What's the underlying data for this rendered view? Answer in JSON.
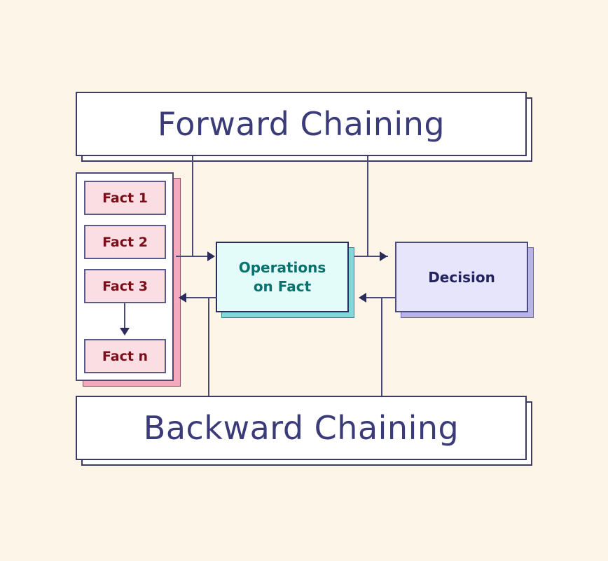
{
  "diagram": {
    "title_top": "Forward Chaining",
    "title_bottom": "Backward Chaining",
    "background_color": "#FDF5E8",
    "facts": [
      {
        "label": "Fact 1"
      },
      {
        "label": "Fact 2"
      },
      {
        "label": "Fact 3"
      },
      {
        "label": "Fact n"
      }
    ],
    "operations": {
      "line1": "Operations",
      "line2": "on Fact"
    },
    "decision": {
      "label": "Decision"
    },
    "colors": {
      "banner_text": "#3B3B79",
      "banner_fill": "#FFFFFF",
      "banner_border": "#3B3B66",
      "fact_fill": "#FBDEE4",
      "fact_text": "#7A0D17",
      "fact_shadow": "#F4A9BC",
      "operations_fill": "#E3FCFA",
      "operations_text": "#07726E",
      "operations_shadow": "#7FD9D9",
      "decision_fill": "#E7E5FB",
      "decision_text": "#23235E",
      "decision_shadow": "#B9B3E8",
      "connector": "#4A4A73"
    }
  }
}
